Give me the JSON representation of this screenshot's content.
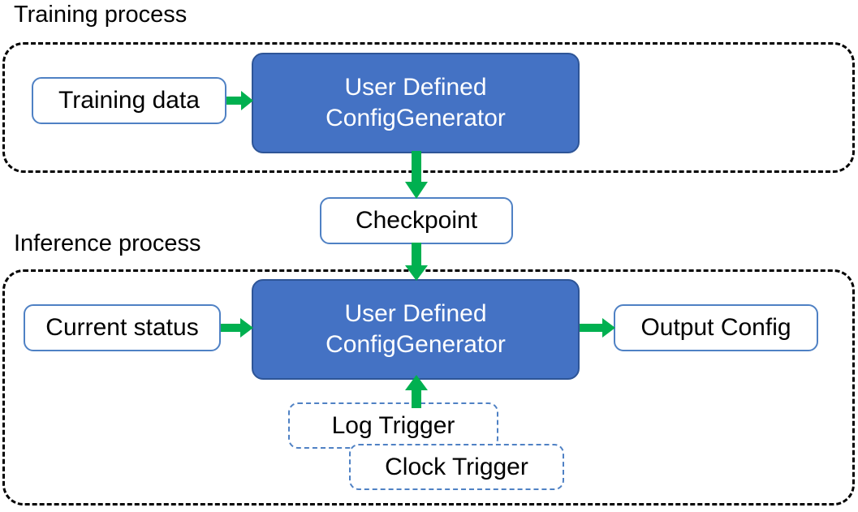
{
  "diagram": {
    "title_training": "Training process",
    "title_inference": "Inference process",
    "colors": {
      "process_fill": "#4472C4",
      "process_stroke": "#2E5597",
      "node_stroke": "#4F81C4",
      "arrow": "#00B050",
      "group_stroke": "#000000",
      "text_dark": "#000000",
      "text_light": "#FFFFFF",
      "background": "#FFFFFF"
    }
  },
  "training": {
    "caption": "Training process",
    "input_node": "Training data",
    "process_node": {
      "line1": "User Defined",
      "line2": "ConfigGenerator"
    }
  },
  "bridge": {
    "checkpoint_node": "Checkpoint"
  },
  "inference": {
    "caption": "Inference process",
    "input_node": "Current status",
    "process_node": {
      "line1": "User Defined",
      "line2": "ConfigGenerator"
    },
    "output_node": "Output Config",
    "triggers": [
      {
        "label": "Log Trigger"
      },
      {
        "label": "Clock Trigger"
      }
    ]
  },
  "edges": [
    {
      "id": "training-data-to-generator",
      "from": "Training data",
      "to": "User Defined ConfigGenerator",
      "direction": "right"
    },
    {
      "id": "generator-to-checkpoint",
      "from": "User Defined ConfigGenerator",
      "to": "Checkpoint",
      "direction": "down"
    },
    {
      "id": "checkpoint-to-generator",
      "from": "Checkpoint",
      "to": "User Defined ConfigGenerator",
      "direction": "down"
    },
    {
      "id": "current-status-to-generator",
      "from": "Current status",
      "to": "User Defined ConfigGenerator",
      "direction": "right"
    },
    {
      "id": "generator-to-output",
      "from": "User Defined ConfigGenerator",
      "to": "Output Config",
      "direction": "right"
    },
    {
      "id": "trigger-to-generator",
      "from": "Log Trigger / Clock Trigger",
      "to": "User Defined ConfigGenerator",
      "direction": "up"
    }
  ]
}
